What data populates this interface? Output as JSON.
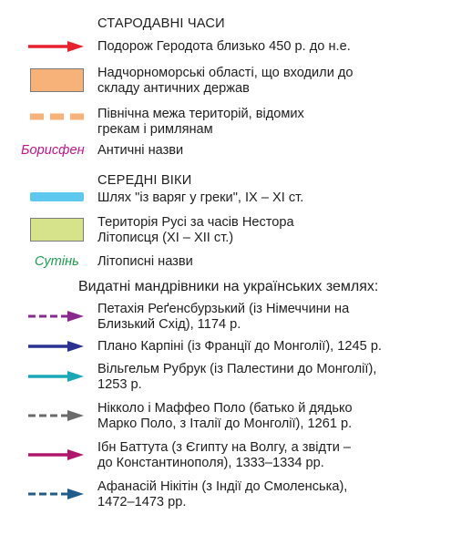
{
  "sections": {
    "ancient": {
      "title": "СТАРОДАВНІ ЧАСИ",
      "items": [
        {
          "label": "Подорож Геродота близько 450 р. до н.е.",
          "color": "#e8212f"
        },
        {
          "label": "Надчорноморські області, що входили до\nскладу античних держав",
          "color": "#f7b27a"
        },
        {
          "label": "Північна межа територій, відомих\nгрекам і римлянам",
          "color": "#f7b27a"
        },
        {
          "sample": "Борисфен",
          "label": "Античні назви",
          "color": "#c2168a"
        }
      ]
    },
    "medieval": {
      "title": "СЕРЕДНІ ВІКИ",
      "items": [
        {
          "label": "Шлях \"із варяг у греки\", IX – XI ст.",
          "color": "#5ec8ee"
        },
        {
          "label": "Територія Русі за часів Нестора\nЛітописця (XI – XII ст.)",
          "color": "#d6e38a"
        },
        {
          "sample": "Сутінь",
          "label": "Літописні назви",
          "color": "#1f9a52"
        }
      ]
    },
    "travellers": {
      "title": "Видатні мандрівники на українських землях:",
      "items": [
        {
          "label": "Петахія Реґенсбурзький (із Німеччини на\nБлизький Схід), 1174 р.",
          "color": "#8a2a8f",
          "style": "dashed"
        },
        {
          "label": "Плано Карпіні (із Франції до Монголії), 1245 р.",
          "color": "#2b3192",
          "style": "solid"
        },
        {
          "label": "Вільгельм Рубрук (із Палестини до Монголії),\n1253 р.",
          "color": "#1aa7b8",
          "style": "solid"
        },
        {
          "label": "Нікколо і Маффео Поло (батько й дядько\nМарко Поло, з Італії до Монголії), 1261 р.",
          "color": "#6b6b6b",
          "style": "dashed"
        },
        {
          "label": "Ібн Баттута (з Єгипту на Волгу, а звідти –\nдо Константинополя), 1333–1334 рр.",
          "color": "#b0176b",
          "style": "solid"
        },
        {
          "label": "Афанасій Нікітін (з Індії до Смоленська),\n1472–1473 рр.",
          "color": "#1f5e8c",
          "style": "dashed"
        }
      ]
    }
  }
}
